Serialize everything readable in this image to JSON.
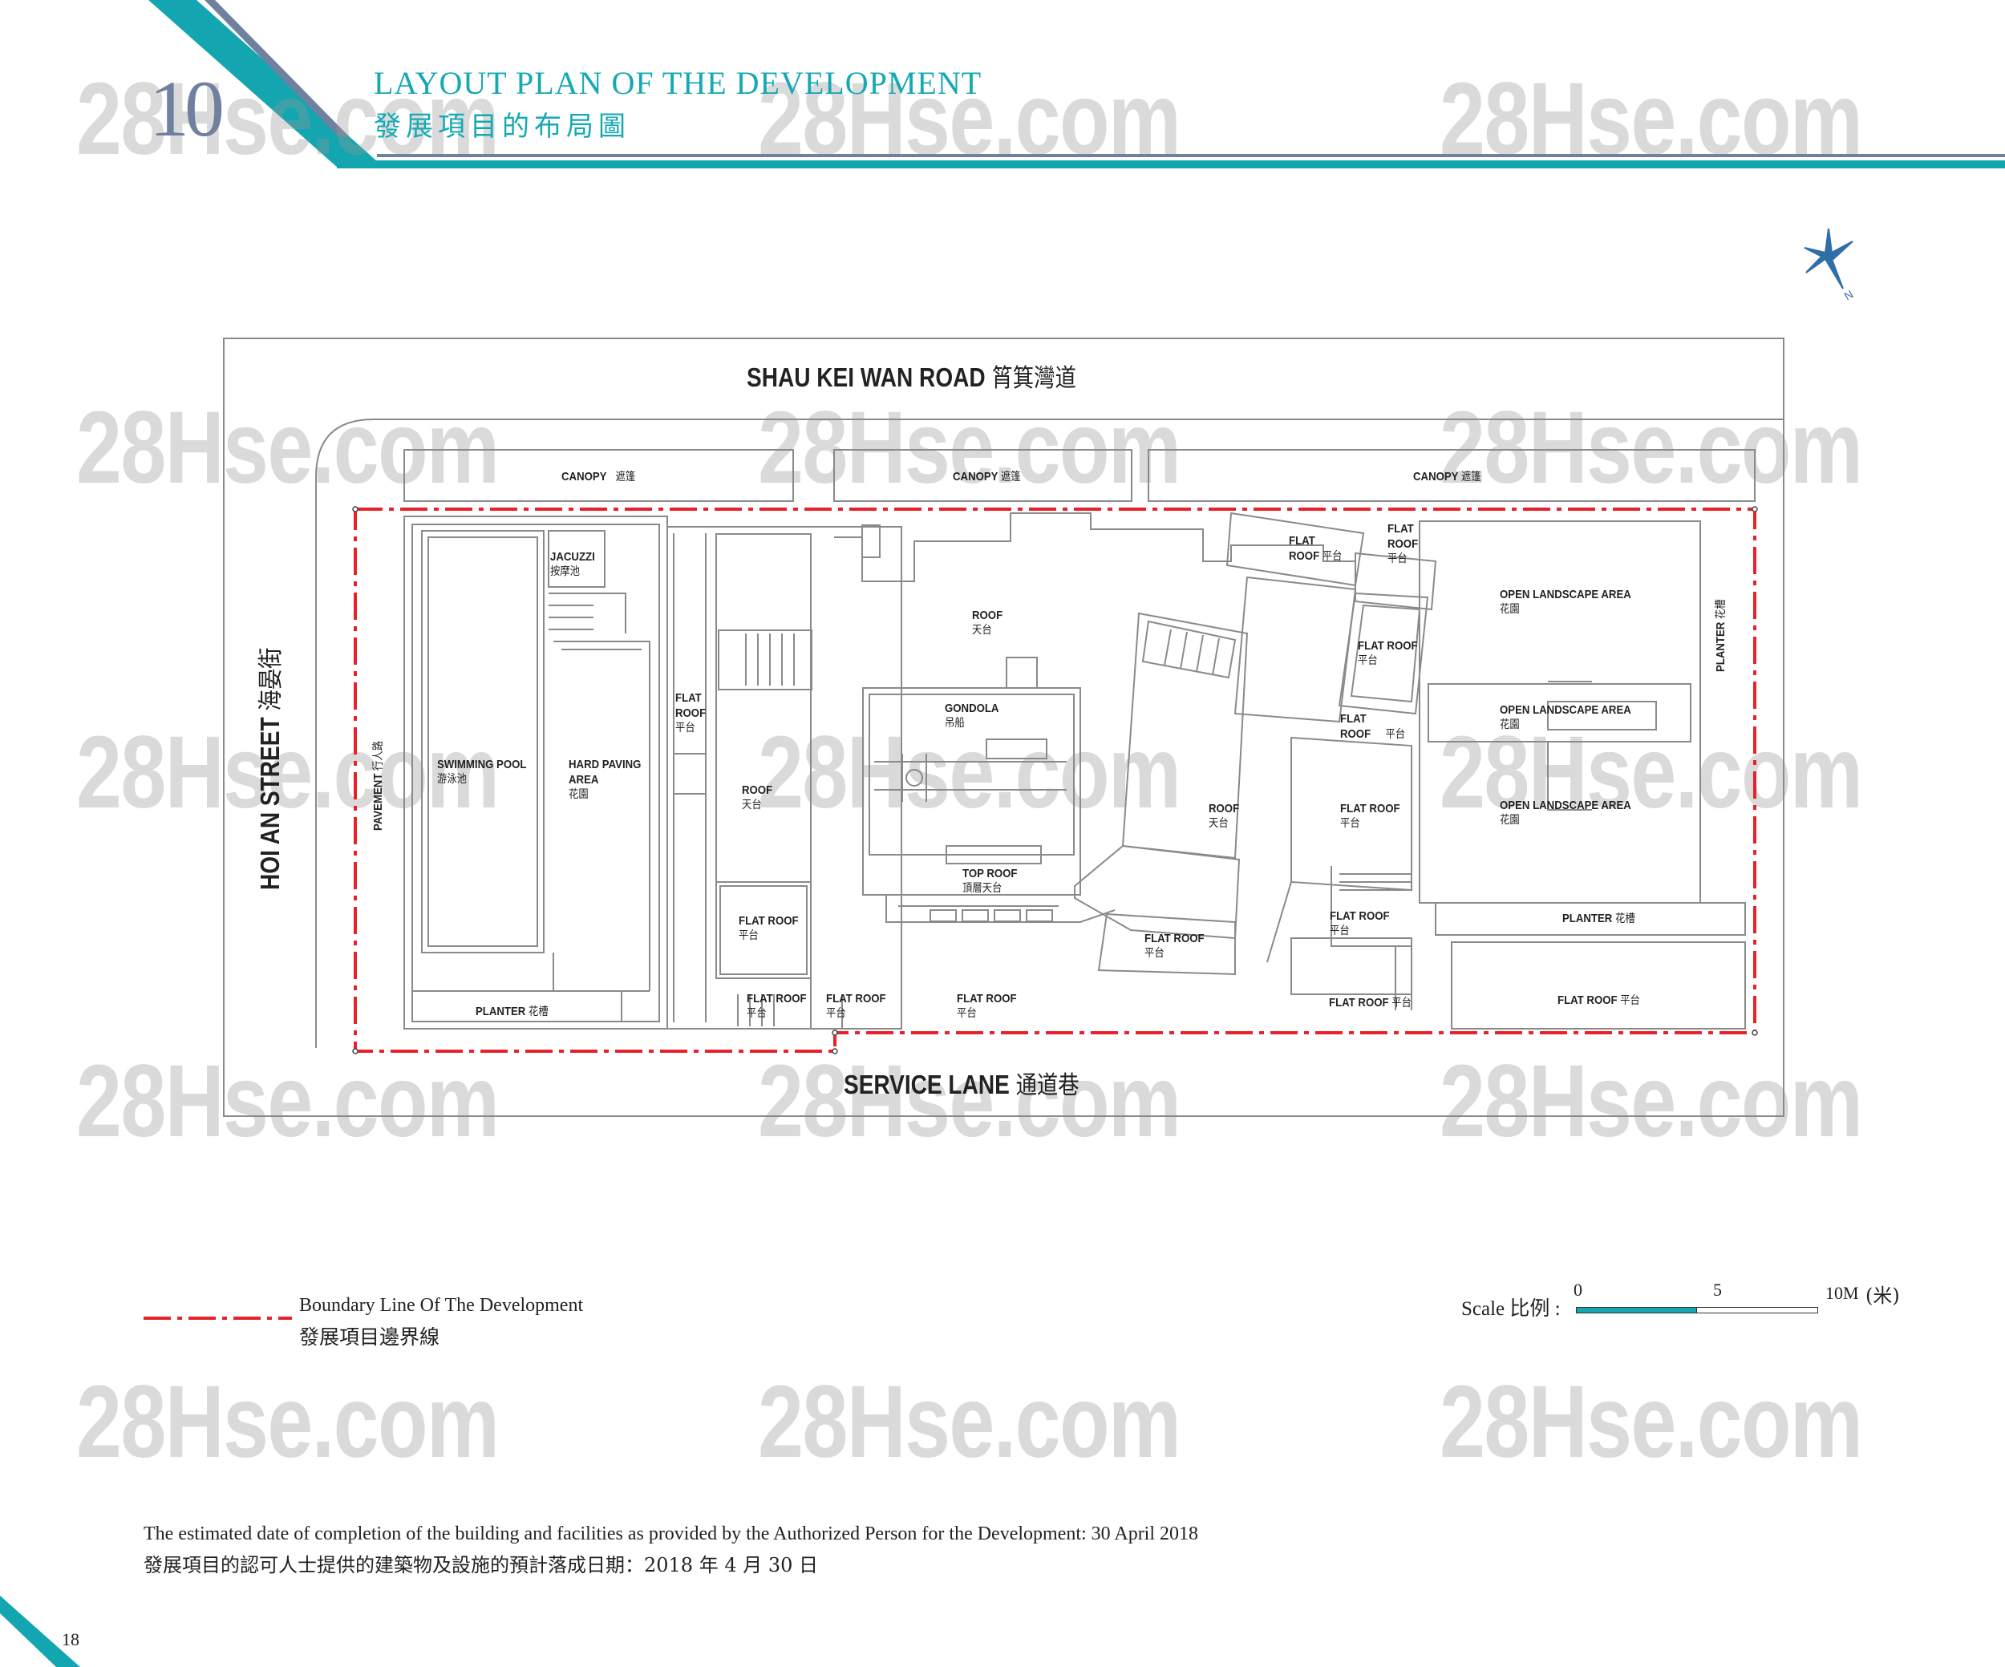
{
  "header": {
    "chapter_number": "10",
    "title_en": "LAYOUT PLAN OF THE DEVELOPMENT",
    "title_zh": "發展項目的布局圖"
  },
  "streets": {
    "north": {
      "en": "SHAU KEI WAN ROAD",
      "zh": "筲箕灣道"
    },
    "south": {
      "en": "SERVICE LANE",
      "zh": "通道巷"
    },
    "west": {
      "en": "HOI AN STREET",
      "zh": "海晏街"
    }
  },
  "plan_labels": {
    "canopy_1": {
      "en": "CANOPY",
      "zh": "遮篷"
    },
    "canopy_2": {
      "en": "CANOPY",
      "zh": "遮篷"
    },
    "canopy_3": {
      "en": "CANOPY",
      "zh": "遮篷"
    },
    "pavement": {
      "en": "PAVEMENT",
      "zh": "行人路"
    },
    "jacuzzi": {
      "en": "JACUZZI",
      "zh": "按摩池"
    },
    "swimming_pool": {
      "en": "SWIMMING POOL",
      "zh": "游泳池"
    },
    "hard_paving": {
      "en1": "HARD PAVING",
      "en2": "AREA",
      "zh": "花園"
    },
    "planter_left": {
      "en": "PLANTER",
      "zh": "花槽"
    },
    "flat_roof_a": {
      "en1": "FLAT",
      "en2": "ROOF",
      "zh": "平台"
    },
    "roof_a": {
      "en": "ROOF",
      "zh": "天台"
    },
    "roof_b": {
      "en": "ROOF",
      "zh": "天台"
    },
    "gondola": {
      "en": "GONDOLA",
      "zh": "吊船"
    },
    "top_roof": {
      "en": "TOP ROOF",
      "zh": "頂層天台"
    },
    "flat_roof_b": {
      "en": "FLAT ROOF",
      "zh": "平台"
    },
    "flat_roof_c": {
      "en": "FLAT ROOF",
      "zh": "平台"
    },
    "flat_roof_d": {
      "en": "FLAT ROOF",
      "zh": "平台"
    },
    "flat_roof_e": {
      "en": "FLAT ROOF",
      "zh": "平台"
    },
    "flat_roof_f": {
      "en1": "FLAT",
      "en2": "ROOF",
      "zh": "平台"
    },
    "flat_roof_g": {
      "en1": "FLAT",
      "en2": "ROOF",
      "zh": "平台"
    },
    "flat_roof_h": {
      "en": "FLAT ROOF",
      "zh": "平台"
    },
    "flat_roof_i": {
      "en1": "FLAT",
      "en2": "ROOF",
      "zh": "平台"
    },
    "roof_c": {
      "en": "ROOF",
      "zh": "天台"
    },
    "flat_roof_j": {
      "en": "FLAT ROOF",
      "zh": "平台"
    },
    "flat_roof_k": {
      "en": "FLAT ROOF",
      "zh": "平台"
    },
    "flat_roof_l": {
      "en": "FLAT ROOF",
      "zh": "平台"
    },
    "flat_roof_m": {
      "en": "FLAT ROOF",
      "zh": "平台"
    },
    "flat_roof_n": {
      "en": "FLAT ROOF",
      "zh": "平台"
    },
    "open_landscape_1": {
      "en": "OPEN LANDSCAPE AREA",
      "zh": "花園"
    },
    "open_landscape_2": {
      "en": "OPEN LANDSCAPE AREA",
      "zh": "花園"
    },
    "open_landscape_3": {
      "en": "OPEN LANDSCAPE AREA",
      "zh": "花園"
    },
    "planter_right": {
      "en": "PLANTER",
      "zh": "花槽"
    },
    "planter_vertical": {
      "en": "PLANTER",
      "zh": "花槽"
    }
  },
  "compass": {
    "north_label": "N"
  },
  "legend": {
    "boundary_en": "Boundary Line Of The Development",
    "boundary_zh": "發展項目邊界線",
    "boundary_color": "#e8212b"
  },
  "scale": {
    "label": "Scale 比例 :",
    "ticks": [
      "0",
      "5",
      "10M"
    ],
    "unit_zh": "(米)",
    "fill_color": "#13a6b1"
  },
  "footer": {
    "completion_en": "The estimated date of completion of the building and facilities as provided by the Authorized Person for the Development: 30 April 2018",
    "completion_zh": "發展項目的認可人士提供的建築物及設施的預計落成日期：2018 年 4 月 30 日",
    "page_number": "18"
  },
  "watermark": {
    "text": "28Hse.com"
  },
  "colors": {
    "accent": "#13a6b1",
    "secondary": "#6f819e",
    "boundary": "#e8212b"
  }
}
